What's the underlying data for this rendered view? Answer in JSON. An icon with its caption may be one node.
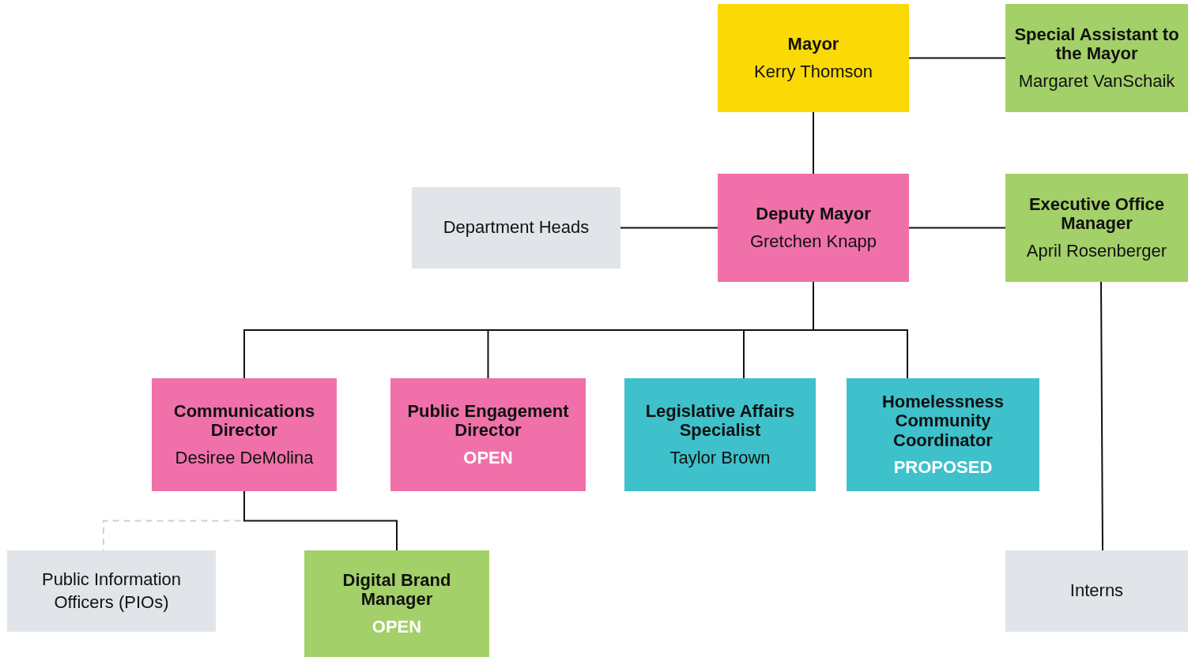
{
  "diagram": {
    "nodes": [
      {
        "text": [
          "Mayor",
          "Kerry Thomson"
        ]
      },
      {
        "text": [
          "Special Assistant to the Mayor",
          "Margaret VanSchaik"
        ]
      },
      {
        "text": [
          "Department Heads"
        ]
      },
      {
        "text": [
          "Deputy Mayor",
          "Gretchen Knapp"
        ]
      },
      {
        "text": [
          "Executive Office Manager",
          "April Rosenberger"
        ]
      },
      {
        "text": [
          "Communications Director",
          "Desiree DeMolina"
        ]
      },
      {
        "text": [
          "Public Engagement Director",
          "OPEN"
        ]
      },
      {
        "text": [
          "Legislative Affairs Specialist",
          "Taylor Brown"
        ]
      },
      {
        "text": [
          "Homelessness Community Coordinator",
          "PROPOSED"
        ]
      },
      {
        "text": [
          "Public Information Officers (PIOs)"
        ]
      },
      {
        "text": [
          "Digital Brand Manager",
          "OPEN"
        ]
      },
      {
        "text": [
          "Interns"
        ]
      }
    ],
    "edges": [
      {
        "from": 0,
        "to": 1,
        "arrow": "none"
      },
      {
        "from": 0,
        "to": 3,
        "arrow": "none"
      },
      {
        "from": 3,
        "to": 2,
        "arrow": "none"
      },
      {
        "from": 3,
        "to": 4,
        "arrow": "none"
      },
      {
        "from": 3,
        "to": 5,
        "arrow": "none"
      },
      {
        "from": 3,
        "to": 6,
        "arrow": "none"
      },
      {
        "from": 3,
        "to": 7,
        "arrow": "none"
      },
      {
        "from": 3,
        "to": 8,
        "arrow": "none"
      },
      {
        "from": 5,
        "to": 9,
        "arrow": "none",
        "style": "dashed",
        "color": "#d0d0d0"
      },
      {
        "from": 5,
        "to": 10,
        "arrow": "none"
      },
      {
        "from": 4,
        "to": 11,
        "arrow": "none"
      }
    ]
  }
}
